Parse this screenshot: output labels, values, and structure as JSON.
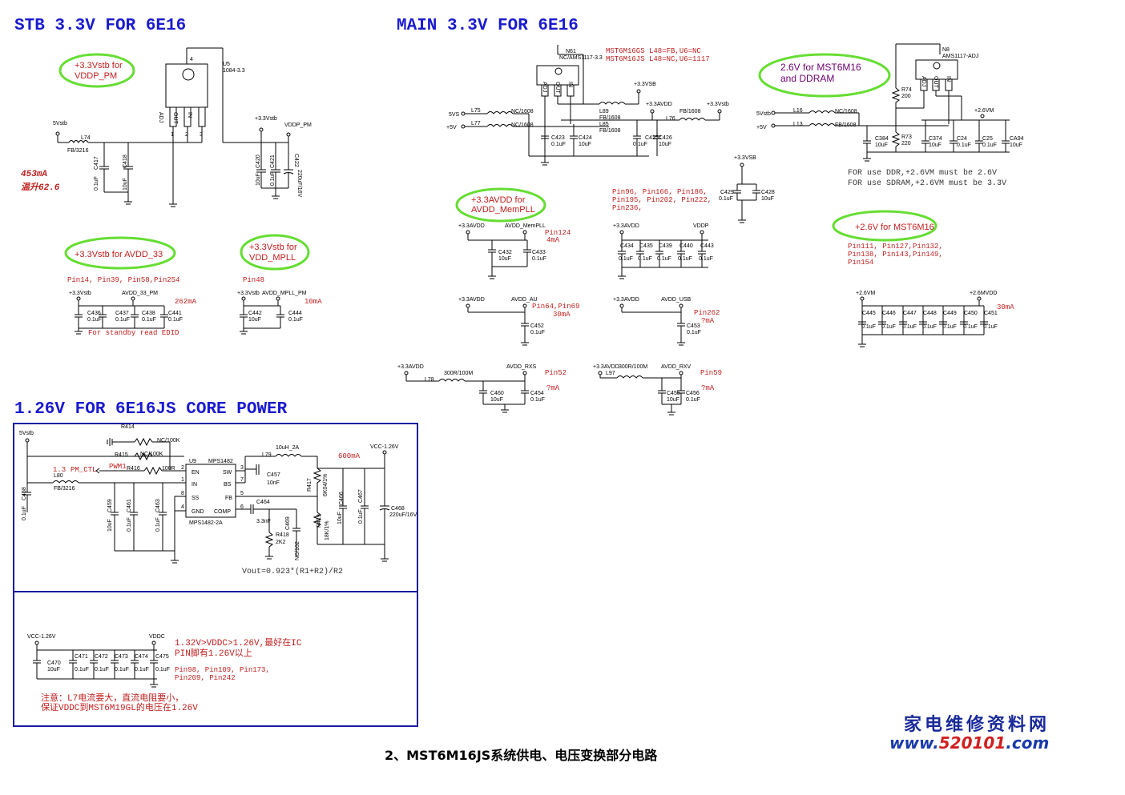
{
  "sections": {
    "stb": "STB 3.3V FOR 6E16",
    "main": "MAIN 3.3V FOR 6E16",
    "core": "1.26V FOR 6E16JS CORE POWER"
  },
  "bubbles": {
    "vddp_pm": [
      "+3.3Vstb for",
      "VDDP_PM"
    ],
    "avdd_33": "+3.3Vstb for AVDD_33",
    "vdd_mpll": [
      "+3.3Vstb  for",
      "VDD_MPLL"
    ],
    "avdd_mempll": [
      "+3.3AVDD for",
      "AVDD_MemPLL"
    ],
    "mst_ddr": [
      "2.6V for MST6M16",
      "and  DDRAM"
    ],
    "mst_26": "+2.6V for MST6M16"
  },
  "stb": {
    "u5": "U5",
    "u5_part": "1084-3.3",
    "pin_adj": "ADJ",
    "pin_out": "OUT",
    "pin_in": "IN",
    "pin4": "4",
    "pin1": "1",
    "pin2": "2",
    "pin3": "3",
    "net_5vstb": "5Vstb",
    "l74": "L74",
    "l74_val": "FB/3216",
    "c417": "C417",
    "c417_v": "0.1uF",
    "c418": "C418",
    "c418_v": "10uF",
    "net_33vstb": "+3.3Vstb",
    "net_vddp_pm": "VDDP_PM",
    "c420": "C420",
    "c420_v": "10uF",
    "c421": "C421",
    "c421_v": "0.1uF",
    "c422": "C422",
    "c422_v": "220uF/16V",
    "cur": "453mA",
    "temp": "温升62.6"
  },
  "avdd33": {
    "pins": "Pin14, Pin39, Pin58,Pin254",
    "net_in": "+3.3Vstb",
    "net_out": "AVDD_33_PM",
    "cur": "262mA",
    "caps": [
      {
        "ref": "C436",
        "val": "0.1uF"
      },
      {
        "ref": "C437",
        "val": "0.1uF"
      },
      {
        "ref": "C438",
        "val": "0.1uF"
      },
      {
        "ref": "C441",
        "val": "0.1uF"
      }
    ],
    "note": "For standby read EDID"
  },
  "mpll": {
    "pins": "Pin48",
    "net_in": "+3.3Vstb",
    "net_out": "AVDD_MPLL_PM",
    "cur": "10mA",
    "c442": "C442",
    "c442_v": "10uF",
    "c444": "C444",
    "c444_v": "0.1uF"
  },
  "main": {
    "n61": "N61",
    "n61_part": "NC/AMS1117-3.3",
    "note1": "MST6M16GS L48=FB,U6=NC",
    "note2": "MST6M16JS L48=NC,U6=1117",
    "pin_adj": "ADJ",
    "pin_out": "OUT",
    "pin_in": "IN",
    "net_5vs": "5VS",
    "net_5v": "+5V",
    "l75": "L75",
    "l75_v": "NC/1608",
    "l77": "L77",
    "l77_v": "NC/1608",
    "l89": "L89",
    "l89_v": "FB/1608",
    "l85": "L85",
    "l85_v": "FB/1608",
    "net_33vsb": "+3.3VSB",
    "net_33avdd": "+3.3AVDD",
    "net_33vstb": "+3.3Vstb",
    "l76": "L76",
    "l76_v": "FB/1608",
    "c423": "C423",
    "c423_v": "0.1uF",
    "c424": "C424",
    "c424_v": "10uF",
    "c425": "C425",
    "c425_v": "0.1uF",
    "c426": "C426",
    "c426_v": "10uF"
  },
  "vsb_caps": {
    "net": "+3.3VSB",
    "c429": "C429",
    "c429_v": "0.1uF",
    "c428": "C428",
    "c428_v": "10uF"
  },
  "mempll": {
    "pins": "Pin124",
    "cur": "4mA",
    "net_in": "+3.3AVDD",
    "net_out": "AVDD_MemPLL",
    "c432": "C432",
    "c432_v": "10uF",
    "c433": "C433",
    "c433_v": "0.1uF"
  },
  "vddp": {
    "pins": [
      "Pin96, Pin166, Pin186,",
      "Pin195, Pin202, Pin222,",
      "Pin236,"
    ],
    "net_in": "+3.3AVDD",
    "net_out": "VDDP",
    "caps": [
      {
        "ref": "C434",
        "val": "0.1uF"
      },
      {
        "ref": "C435",
        "val": "0.1uF"
      },
      {
        "ref": "C439",
        "val": "0.1uF"
      },
      {
        "ref": "C440",
        "val": "0.1uF"
      },
      {
        "ref": "C443",
        "val": "0.1uF"
      }
    ]
  },
  "au": {
    "net_in": "+3.3AVDD",
    "net_out": "AVDD_AU",
    "pins": "Pin64,Pin69",
    "cur": "30mA",
    "c452": "C452",
    "c452_v": "0.1uF"
  },
  "usb": {
    "net_in": "+3.3AVDD",
    "net_out": "AVDD_USB",
    "pins": "Pin262",
    "cur": "?mA",
    "c453": "C453",
    "c453_v": "0.1uF"
  },
  "rxs": {
    "net_in": "+3.3AVDD",
    "l78": "L78",
    "l78_v": "300R/100M",
    "net_out": "AVDD_RXS",
    "pins": "Pin52",
    "cur": "?mA",
    "c460": "C460",
    "c460_v": "10uF",
    "c454": "C454",
    "c454_v": "0.1uF"
  },
  "rxv": {
    "net_in": "+3.3AVDD",
    "l97": "L97",
    "l97_v": "300R/100M",
    "net_out": "AVDD_RXV",
    "pins": "Pin59",
    "cur": "?mA",
    "c455": "C455",
    "c455_v": "10uF",
    "c456": "C456",
    "c456_v": "0.1uF"
  },
  "ddr": {
    "n8": "N8",
    "n8_part": "AMS1117-ADJ",
    "pin_adj": "ADJ",
    "pin_out": "OUT",
    "pin_in": "IN",
    "net_5vstb": "5Vstb",
    "net_5v": "+5V",
    "l16": "L16",
    "l16_v": "NC/1608",
    "l13": "L13",
    "l13_v": "FB/1608",
    "r74": "R74",
    "r74_v": "200",
    "r73": "R73",
    "r73_v": "220",
    "net_26vm": "+2.6VM",
    "caps": [
      {
        "ref": "C384",
        "val": "10uF"
      },
      {
        "ref": "C374",
        "val": "10uF"
      },
      {
        "ref": "C24",
        "val": "0.1uF"
      },
      {
        "ref": "C25",
        "val": "0.1uF"
      },
      {
        "ref": "CA94",
        "val": "10uF"
      }
    ],
    "note1": "FOR use DDR,+2.6VM must be 2.6V",
    "note2": "FOR use SDRAM,+2.6VM must be 3.3V"
  },
  "mst26": {
    "pins": [
      "Pin111, Pin127,Pin132,",
      "Pin138, Pin143,Pin149,",
      "Pin154"
    ],
    "net_in": "+2.6VM",
    "net_out": "+2.6MVDD",
    "cur": "30mA",
    "caps": [
      {
        "ref": "C445",
        "val": "0.1uF"
      },
      {
        "ref": "C446",
        "val": "0.1uF"
      },
      {
        "ref": "C447",
        "val": "0.1uF"
      },
      {
        "ref": "C448",
        "val": "0.1uF"
      },
      {
        "ref": "C449",
        "val": "0.1uF"
      },
      {
        "ref": "C450",
        "val": "0.1uF"
      },
      {
        "ref": "C451",
        "val": "0.1uF"
      }
    ]
  },
  "core": {
    "net_5vstb": "5Vstb",
    "r414": "R414",
    "r414_v": "NC/100K",
    "r415": "R415",
    "r415_v": "NC/100K",
    "net_13": "1.3",
    "pm_ctl": "PM_CTL",
    "pwm1": "PWM1",
    "r416": "R416",
    "r416_v": "100R",
    "l80": "L80",
    "l80_v": "FB/3216",
    "c458": "C458",
    "c458_v": "0.1uF",
    "u9": "U9",
    "u9_part": "MPS1482",
    "u9_sub": "MPS1482-2A",
    "pins_l": [
      "EN",
      "IN",
      "SS",
      "GND"
    ],
    "pins_r": [
      "SW",
      "BS",
      "FB",
      "COMP"
    ],
    "pinnums_l": [
      "2",
      "1",
      "8",
      "4"
    ],
    "pinnums_r": [
      "3",
      "7",
      "5",
      "6"
    ],
    "c459": "C459",
    "c459_v": "10uF",
    "c461": "C461",
    "c461_v": "0.1uF",
    "c463": "C463",
    "c463_v": "0.1uF",
    "l79": "L79",
    "l79_v": "10uH_2A",
    "c457": "C457",
    "c457_v": "10nF",
    "c464": "C464",
    "c464_v": "3.3nF",
    "r418": "R418",
    "r418_v": "2K2",
    "c469": "C469",
    "c469_v": "NC/102",
    "r417": "R417",
    "r417_v": "6K04/1%",
    "r419": "R419",
    "r419_v": "18K/1%",
    "cur": "600mA",
    "net_vcc": "VCC-1.26V",
    "c466": "C466",
    "c466_v": "10uF",
    "c467": "C467",
    "c467_v": "0.1uF",
    "c468": "C468",
    "c468_v": "220uF/16V",
    "formula": "Vout=0.923*(R1+R2)/R2"
  },
  "vddc": {
    "net_in": "VCC-1.26V",
    "net_out": "VDDC",
    "caps": [
      {
        "ref": "C470",
        "val": "10uF"
      },
      {
        "ref": "C471",
        "val": "0.1uF"
      },
      {
        "ref": "C472",
        "val": "0.1uF"
      },
      {
        "ref": "C473",
        "val": "0.1uF"
      },
      {
        "ref": "C474",
        "val": "0.1uF"
      },
      {
        "ref": "C475",
        "val": "0.1uF"
      }
    ],
    "note1": "1.32V>VDDC>1.26V,最好在IC",
    "note2": "PIN脚有1.26V以上",
    "pins1": "Pin98, Pin109, Pin173,",
    "pins2": "Pin209, Pin242",
    "warn1": "注意：L7电流要大，直流电阻要小，",
    "warn2": "保证VDDC到MST6M19GL的电压在1.26V"
  },
  "footer": "2、MST6M16JS系统供电、电压变换部分电路",
  "watermark": {
    "cn": "家电维修资料网",
    "url_a": "www.",
    "url_b": "520101",
    "url_c": ".com"
  }
}
